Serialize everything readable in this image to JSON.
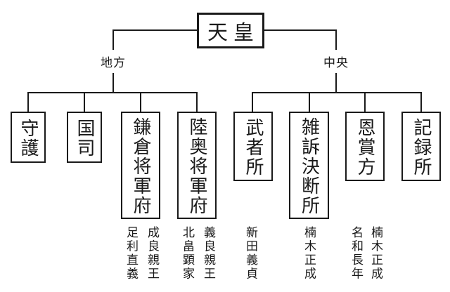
{
  "diagram": {
    "type": "org-chart",
    "root": {
      "label": "天皇"
    },
    "branches": {
      "left": {
        "label": "地方",
        "offices": [
          {
            "name": "守護",
            "people": []
          },
          {
            "name": "国司",
            "people": []
          },
          {
            "name": "鎌倉将軍府",
            "people": [
              "成良親王",
              "足利直義"
            ]
          },
          {
            "name": "陸奥将軍府",
            "people": [
              "義良親王",
              "北畠顕家"
            ]
          }
        ]
      },
      "right": {
        "label": "中央",
        "offices": [
          {
            "name": "武者所",
            "people": [
              "新田義貞"
            ]
          },
          {
            "name": "雑訴決断所",
            "people": [
              "楠木正成"
            ]
          },
          {
            "name": "恩賞方",
            "people": [
              "楠木正成",
              "名和長年"
            ]
          },
          {
            "name": "記録所",
            "people": []
          }
        ]
      }
    },
    "colors": {
      "line": "#1a1a1a",
      "text": "#1a1a1a",
      "background": "#ffffff"
    }
  }
}
